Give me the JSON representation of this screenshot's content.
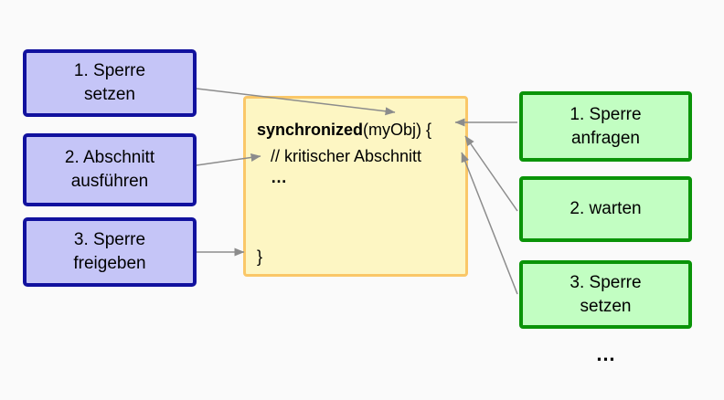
{
  "left_boxes": [
    {
      "lines": [
        "1. Sperre",
        "setzen"
      ]
    },
    {
      "lines": [
        "2. Abschnitt",
        "ausführen"
      ]
    },
    {
      "lines": [
        "3. Sperre",
        "freigeben"
      ]
    }
  ],
  "right_boxes": [
    {
      "lines": [
        "1. Sperre",
        "anfragen"
      ]
    },
    {
      "lines": [
        "2. warten"
      ]
    },
    {
      "lines": [
        "3. Sperre",
        "setzen"
      ]
    }
  ],
  "code_box": {
    "keyword": "synchronized",
    "line1_rest": "(myObj) {",
    "comment": "// kritischer Abschnitt",
    "ellipsis": "…",
    "closing_brace": "}"
  },
  "bottom_ellipsis": "…",
  "colors": {
    "background": "#fafafa",
    "left_box_fill": "#c5c5f7",
    "left_box_border": "#11119e",
    "right_box_fill": "#c2fec2",
    "right_box_border": "#0a9408",
    "code_box_fill": "#fdf6c3",
    "code_box_border": "#fac768",
    "arrow": "#8c8c8c",
    "text": "#000000"
  }
}
